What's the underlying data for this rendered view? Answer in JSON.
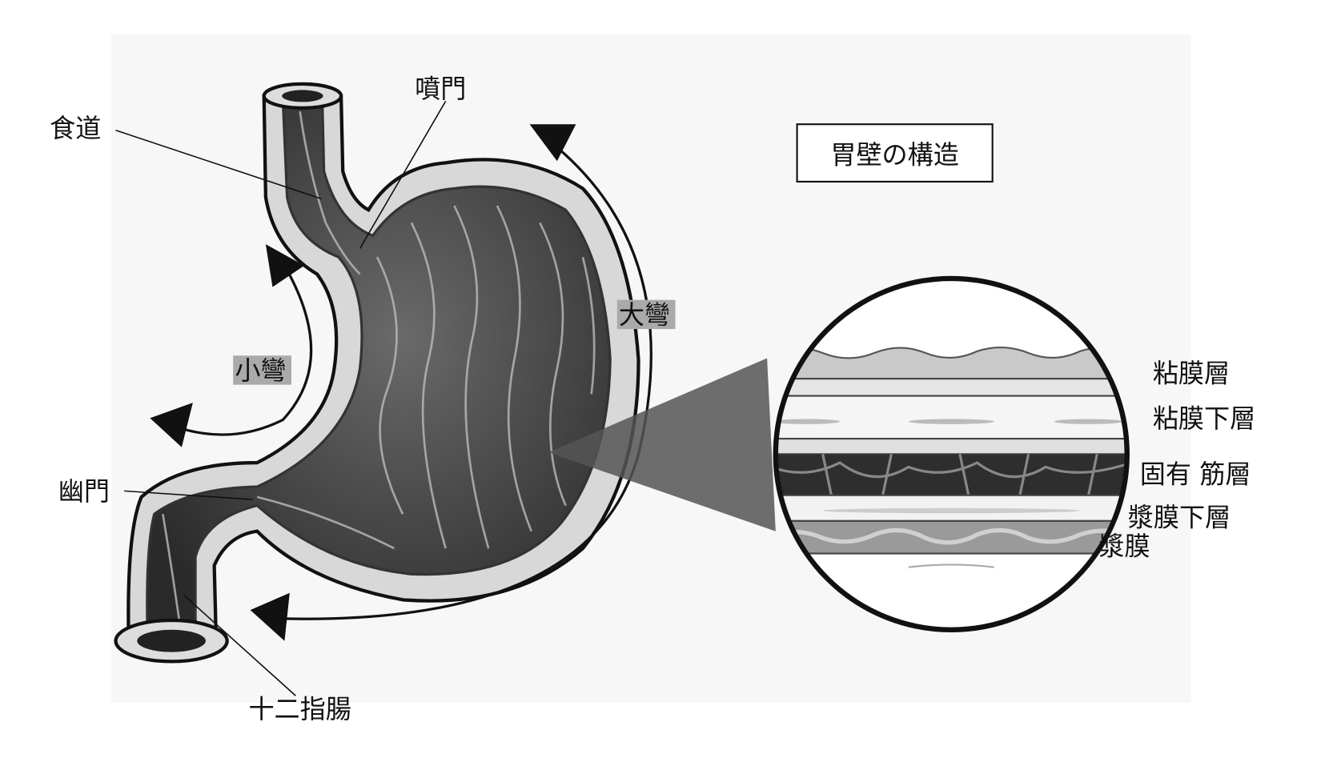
{
  "title_box": "胃壁の構造",
  "labels": {
    "esophagus": "食道",
    "cardia": "噴門",
    "greater_curvature": "大彎",
    "lesser_curvature": "小彎",
    "pylorus": "幽門",
    "duodenum": "十二指腸"
  },
  "wall_layers": [
    "粘膜層",
    "粘膜下層",
    "固有 筋層",
    "漿膜下層",
    "漿膜"
  ]
}
